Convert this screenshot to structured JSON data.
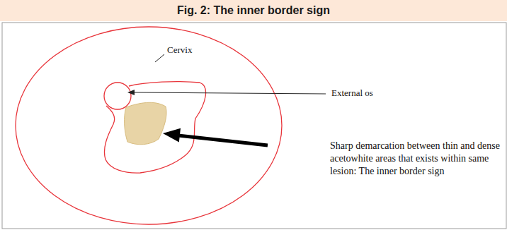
{
  "diagram": {
    "title": "Fig. 2: The inner border sign",
    "labels": [
      "Cervix",
      "External os",
      "Sharp demarcation between thin and dense acetowhite areas that exists within same lesion: The inner border sign"
    ]
  }
}
